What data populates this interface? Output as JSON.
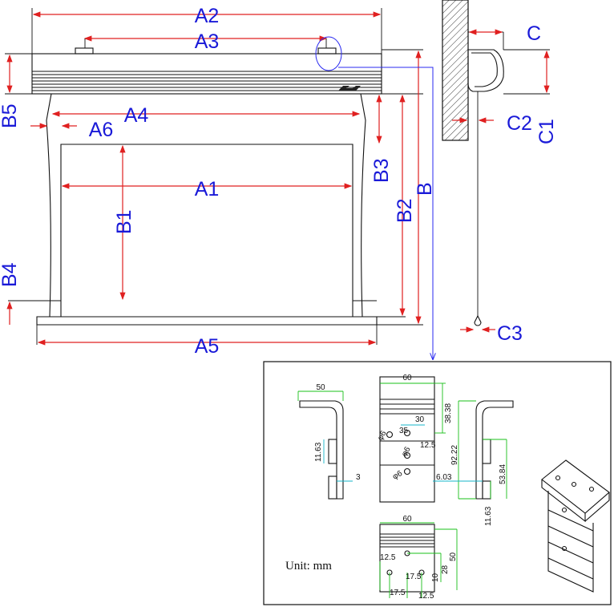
{
  "labels": {
    "A": [
      "A2",
      "A3",
      "A4",
      "A6",
      "A1",
      "A5"
    ],
    "B": [
      "B5",
      "B3",
      "B2",
      "B",
      "B1",
      "B4"
    ],
    "C": [
      "C",
      "C2",
      "C1",
      "C3"
    ]
  },
  "bracket_dims": {
    "side": [
      "50",
      "11.63",
      "3"
    ],
    "front": [
      "60",
      "38.38",
      "30",
      "35",
      "φ6",
      "12.5",
      "φ6",
      "φ6"
    ],
    "profile": [
      "92.22",
      "53.84",
      "6.03",
      "11.63"
    ],
    "bottom": [
      "60",
      "50",
      "12.5",
      "28",
      "17.5",
      "10",
      "17.5",
      "12.5"
    ]
  },
  "unit_label": "Unit:  mm",
  "colors": {
    "dimension": "#e02020",
    "label": "#1a1ad8",
    "callout": "#2a2af0",
    "bracket_dim": "#19c019"
  }
}
